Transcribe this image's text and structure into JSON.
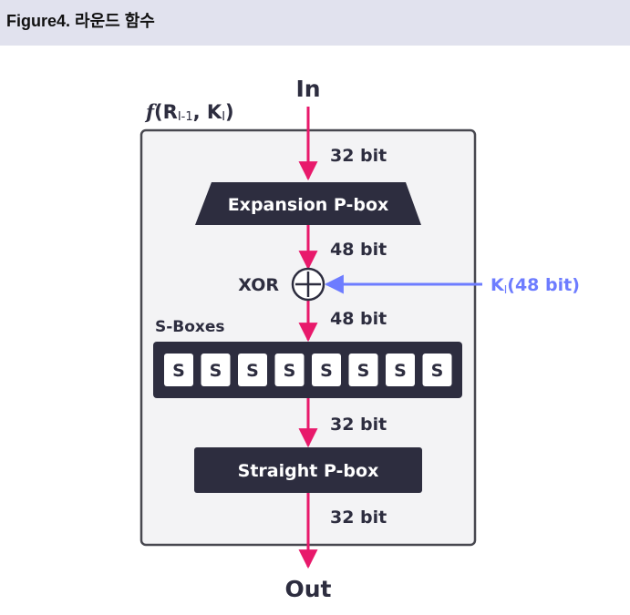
{
  "caption": "Figure4. 라운드 함수",
  "diagram": {
    "function_name": "f",
    "function_args_open": "(R",
    "function_arg1_sub": "I-1",
    "function_args_sep": ", K",
    "function_arg2_sub": "I",
    "function_args_close": ")",
    "input_label": "In",
    "output_label": "Out",
    "bits_in": "32 bit",
    "expansion_label": "Expansion P-box",
    "bits_after_expansion": "48 bit",
    "xor_label": "XOR",
    "bits_after_xor": "48 bit",
    "key_label_main": "K",
    "key_label_sub": "I",
    "key_label_bits": "(48 bit)",
    "sboxes_label": "S-Boxes",
    "sbox_letters": [
      "S",
      "S",
      "S",
      "S",
      "S",
      "S",
      "S",
      "S"
    ],
    "bits_after_sboxes": "32 bit",
    "straight_label": "Straight P-box",
    "bits_out": "32 bit"
  },
  "colors": {
    "caption_bg": "#e1e2ee",
    "arrow": "#e8196b",
    "key_arrow": "#6d7cff",
    "box_fill": "#2d2d3f",
    "frame_fill": "#f3f3f5",
    "frame_stroke": "#47474f"
  }
}
